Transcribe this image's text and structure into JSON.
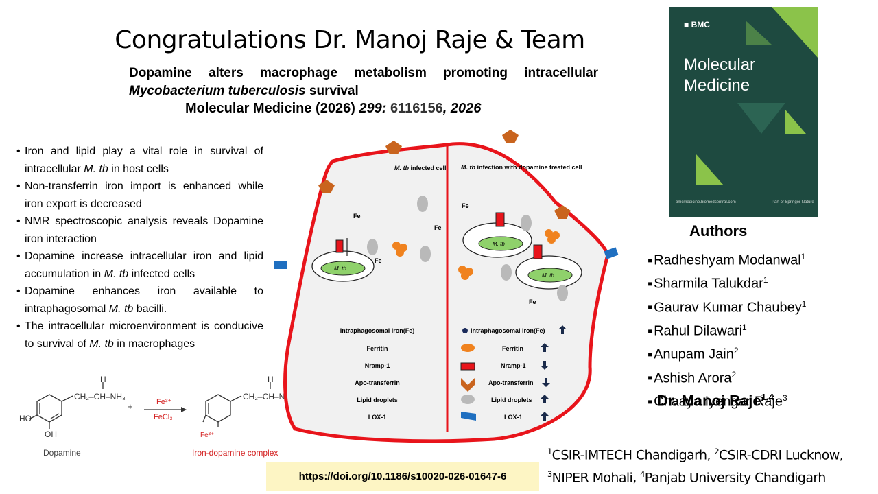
{
  "title": "Congratulations Dr. Manoj Raje & Team",
  "paper": {
    "line1_words": [
      "Dopamine",
      "alters",
      "macrophage",
      "metabolism",
      "promoting",
      "intracellular"
    ],
    "line2_species": "Mycobacterium tuberculosis",
    "line2_rest": " survival"
  },
  "journal": {
    "name": "Molecular Medicine (2026) ",
    "volume": "299:",
    "pages": " 6116156",
    "sep": ", ",
    "year": "2026"
  },
  "bullets": [
    {
      "pre": "Iron and lipid play a vital role in survival of intracellular ",
      "it": "M. tb",
      "post": " in host cells"
    },
    {
      "pre": "Non-transferrin iron import is enhanced while iron export is decreased",
      "it": "",
      "post": ""
    },
    {
      "pre": "NMR spectroscopic analysis reveals Dopamine iron interaction",
      "it": "",
      "post": ""
    },
    {
      "pre": "Dopamine increase intracellular iron and lipid accumulation in ",
      "it": "M. tb",
      "post": " infected cells"
    },
    {
      "pre": "Dopamine enhances iron available to intraphagosomal ",
      "it": "M. tb",
      "post": " bacilli."
    },
    {
      "pre": "The intracellular microenvironment is conducive to survival of ",
      "it": "M. tb",
      "post": " in macrophages"
    }
  ],
  "chem": {
    "fe3": "Fe³⁺",
    "fecl3": "FeCl₃",
    "dopamine": "Dopamine",
    "complex": "Iron-dopamine complex",
    "chain": "CH₂–CH–NH₃",
    "h": "H",
    "plus": "+",
    "ho": "HO",
    "oh": "OH",
    "fe_ring": "Fe³⁺"
  },
  "cell": {
    "left_label_it": "M. tb",
    "left_label_rest": " infected cell",
    "right_label_it": "M. tb",
    "right_label_rest": " infection with dopamine treated cell",
    "mtb": "M. tb",
    "fe": "Fe",
    "legend": [
      {
        "label": "Intraphagosomal Iron(Fe)",
        "arrow": "up"
      },
      {
        "label": "Ferritin",
        "arrow": "up"
      },
      {
        "label": "Nramp-1",
        "arrow": "down"
      },
      {
        "label": "Apo-transferrin",
        "arrow": "down"
      },
      {
        "label": "Lipid droplets",
        "arrow": "up"
      },
      {
        "label": "LOX-1",
        "arrow": "up"
      }
    ],
    "legend_right_first": "Intraphagosomal  Iron(Fe)",
    "colors": {
      "membrane": "#e8141b",
      "cytoplasm": "#f1f1f1",
      "mtb": "#8fd16b",
      "ferritin": "#f0821e",
      "nramp": "#e8141b",
      "lipid": "#b9b9b9",
      "lox": "#1f6fc0",
      "apo": "#c9641e"
    }
  },
  "cover": {
    "brand": "BMC",
    "title_l1": "Molecular",
    "title_l2": "Medicine",
    "foot_left": "bmcmedicine.biomedcentral.com",
    "foot_right": "Part of Springer Nature"
  },
  "authors_heading": "Authors",
  "authors": [
    {
      "name": "Radheshyam Modanwal",
      "sup": "1"
    },
    {
      "name": "Sharmila Talukdar",
      "sup": "1"
    },
    {
      "name": "Gaurav Kumar Chaubey",
      "sup": "1"
    },
    {
      "name": "Rahul Dilawari",
      "sup": "1"
    },
    {
      "name": "Anupam Jain",
      "sup": "2"
    },
    {
      "name": "Ashish Arora",
      "sup": "2"
    },
    {
      "name": "Chaaya Iyengar Raje",
      "sup": "3"
    }
  ],
  "pi": {
    "name": "Dr. Manoj Raje",
    "sup": "1,4"
  },
  "affiliations": {
    "s1": "1",
    "a1": "CSIR-IMTECH Chandigarh, ",
    "s2": "2",
    "a2": "CSIR-CDRI Lucknow,",
    "s3": "3",
    "a3": "NIPER Mohali, ",
    "s4": "4",
    "a4": "Panjab University Chandigarh"
  },
  "doi": "https://doi.org/10.1186/s10020-026-01647-6"
}
